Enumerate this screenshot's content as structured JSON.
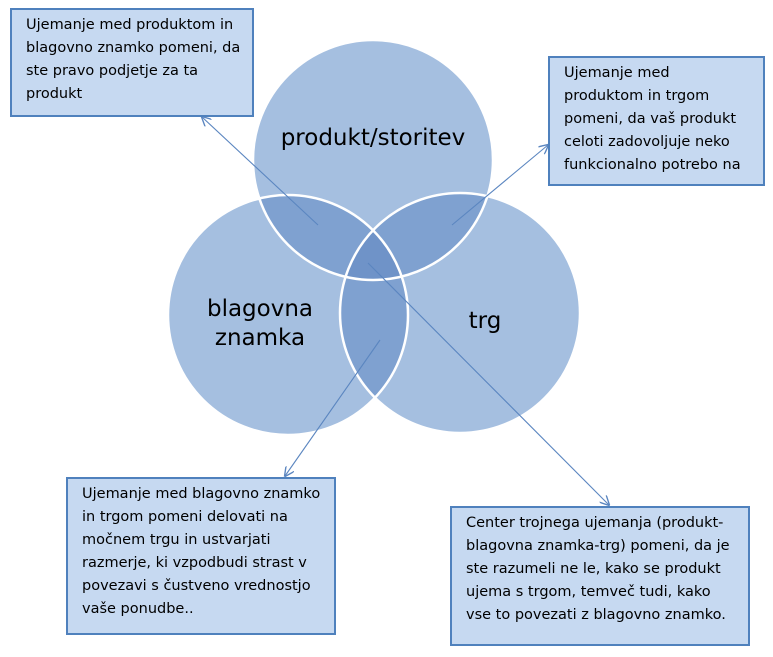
{
  "circles": {
    "top": {
      "label": "produkt/storitev"
    },
    "left": {
      "label_line1": "blagovna",
      "label_line2": "znamka"
    },
    "right": {
      "label": "trg"
    }
  },
  "notes": {
    "top_left": "Ujemanje med produktom in blagovno znamko pomeni, da ste pravo podjetje za ta produkt",
    "top_right": "Ujemanje med produktom in trgom pomeni, da vaš produkt celoti zadovoljuje neko funkcionalno potrebo na",
    "bottom_left": "Ujemanje med blagovno znamko in trgom pomeni delovati na močnem trgu in ustvarjati razmerje, ki vzpodbudi strast v povezavi s čustveno vrednostjo vaše ponudbe..",
    "bottom_right": "Center trojnega ujemanja (produkt-blagovna znamka-trg) pomeni, da je ste razumeli ne le, kako se produkt ujema s trgom, temveč tudi, kako vse to povezati z blagovno znamko."
  },
  "colors": {
    "circle_fill": "#a5bfe0",
    "overlap_fill": "#7fa1d0",
    "center_fill": "#6f93c8",
    "circle_stroke": "#ffffff",
    "note_fill": "#c6d9f1",
    "note_border": "#4f81bd",
    "arrow": "#5b86c0"
  }
}
